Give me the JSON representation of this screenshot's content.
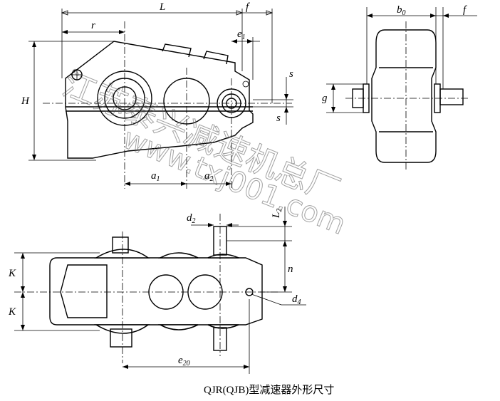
{
  "labels": {
    "L": "L",
    "f_top": "f",
    "r": "r",
    "e1_base": "e",
    "e1_sub": "1",
    "H": "H",
    "s_upper": "s",
    "s_lower": "s",
    "a1_base": "a",
    "a1_sub": "1",
    "a2_base": "a",
    "a2_sub": "2",
    "b0_base": "b",
    "b0_sub": "0",
    "f_side": "f",
    "g": "g",
    "d2_base": "d",
    "d2_sub": "2",
    "L2_base": "L",
    "L2_sub": "2",
    "K_upper": "K",
    "K_lower": "K",
    "n": "n",
    "d4_base": "d",
    "d4_sub": "4",
    "e20_base": "e",
    "e20_sub": "20"
  },
  "caption": "QJR(QJB)型减速器外形尺寸",
  "watermark": {
    "line1": "江苏泰兴减速机总厂",
    "line2": "www.txj001.com"
  }
}
